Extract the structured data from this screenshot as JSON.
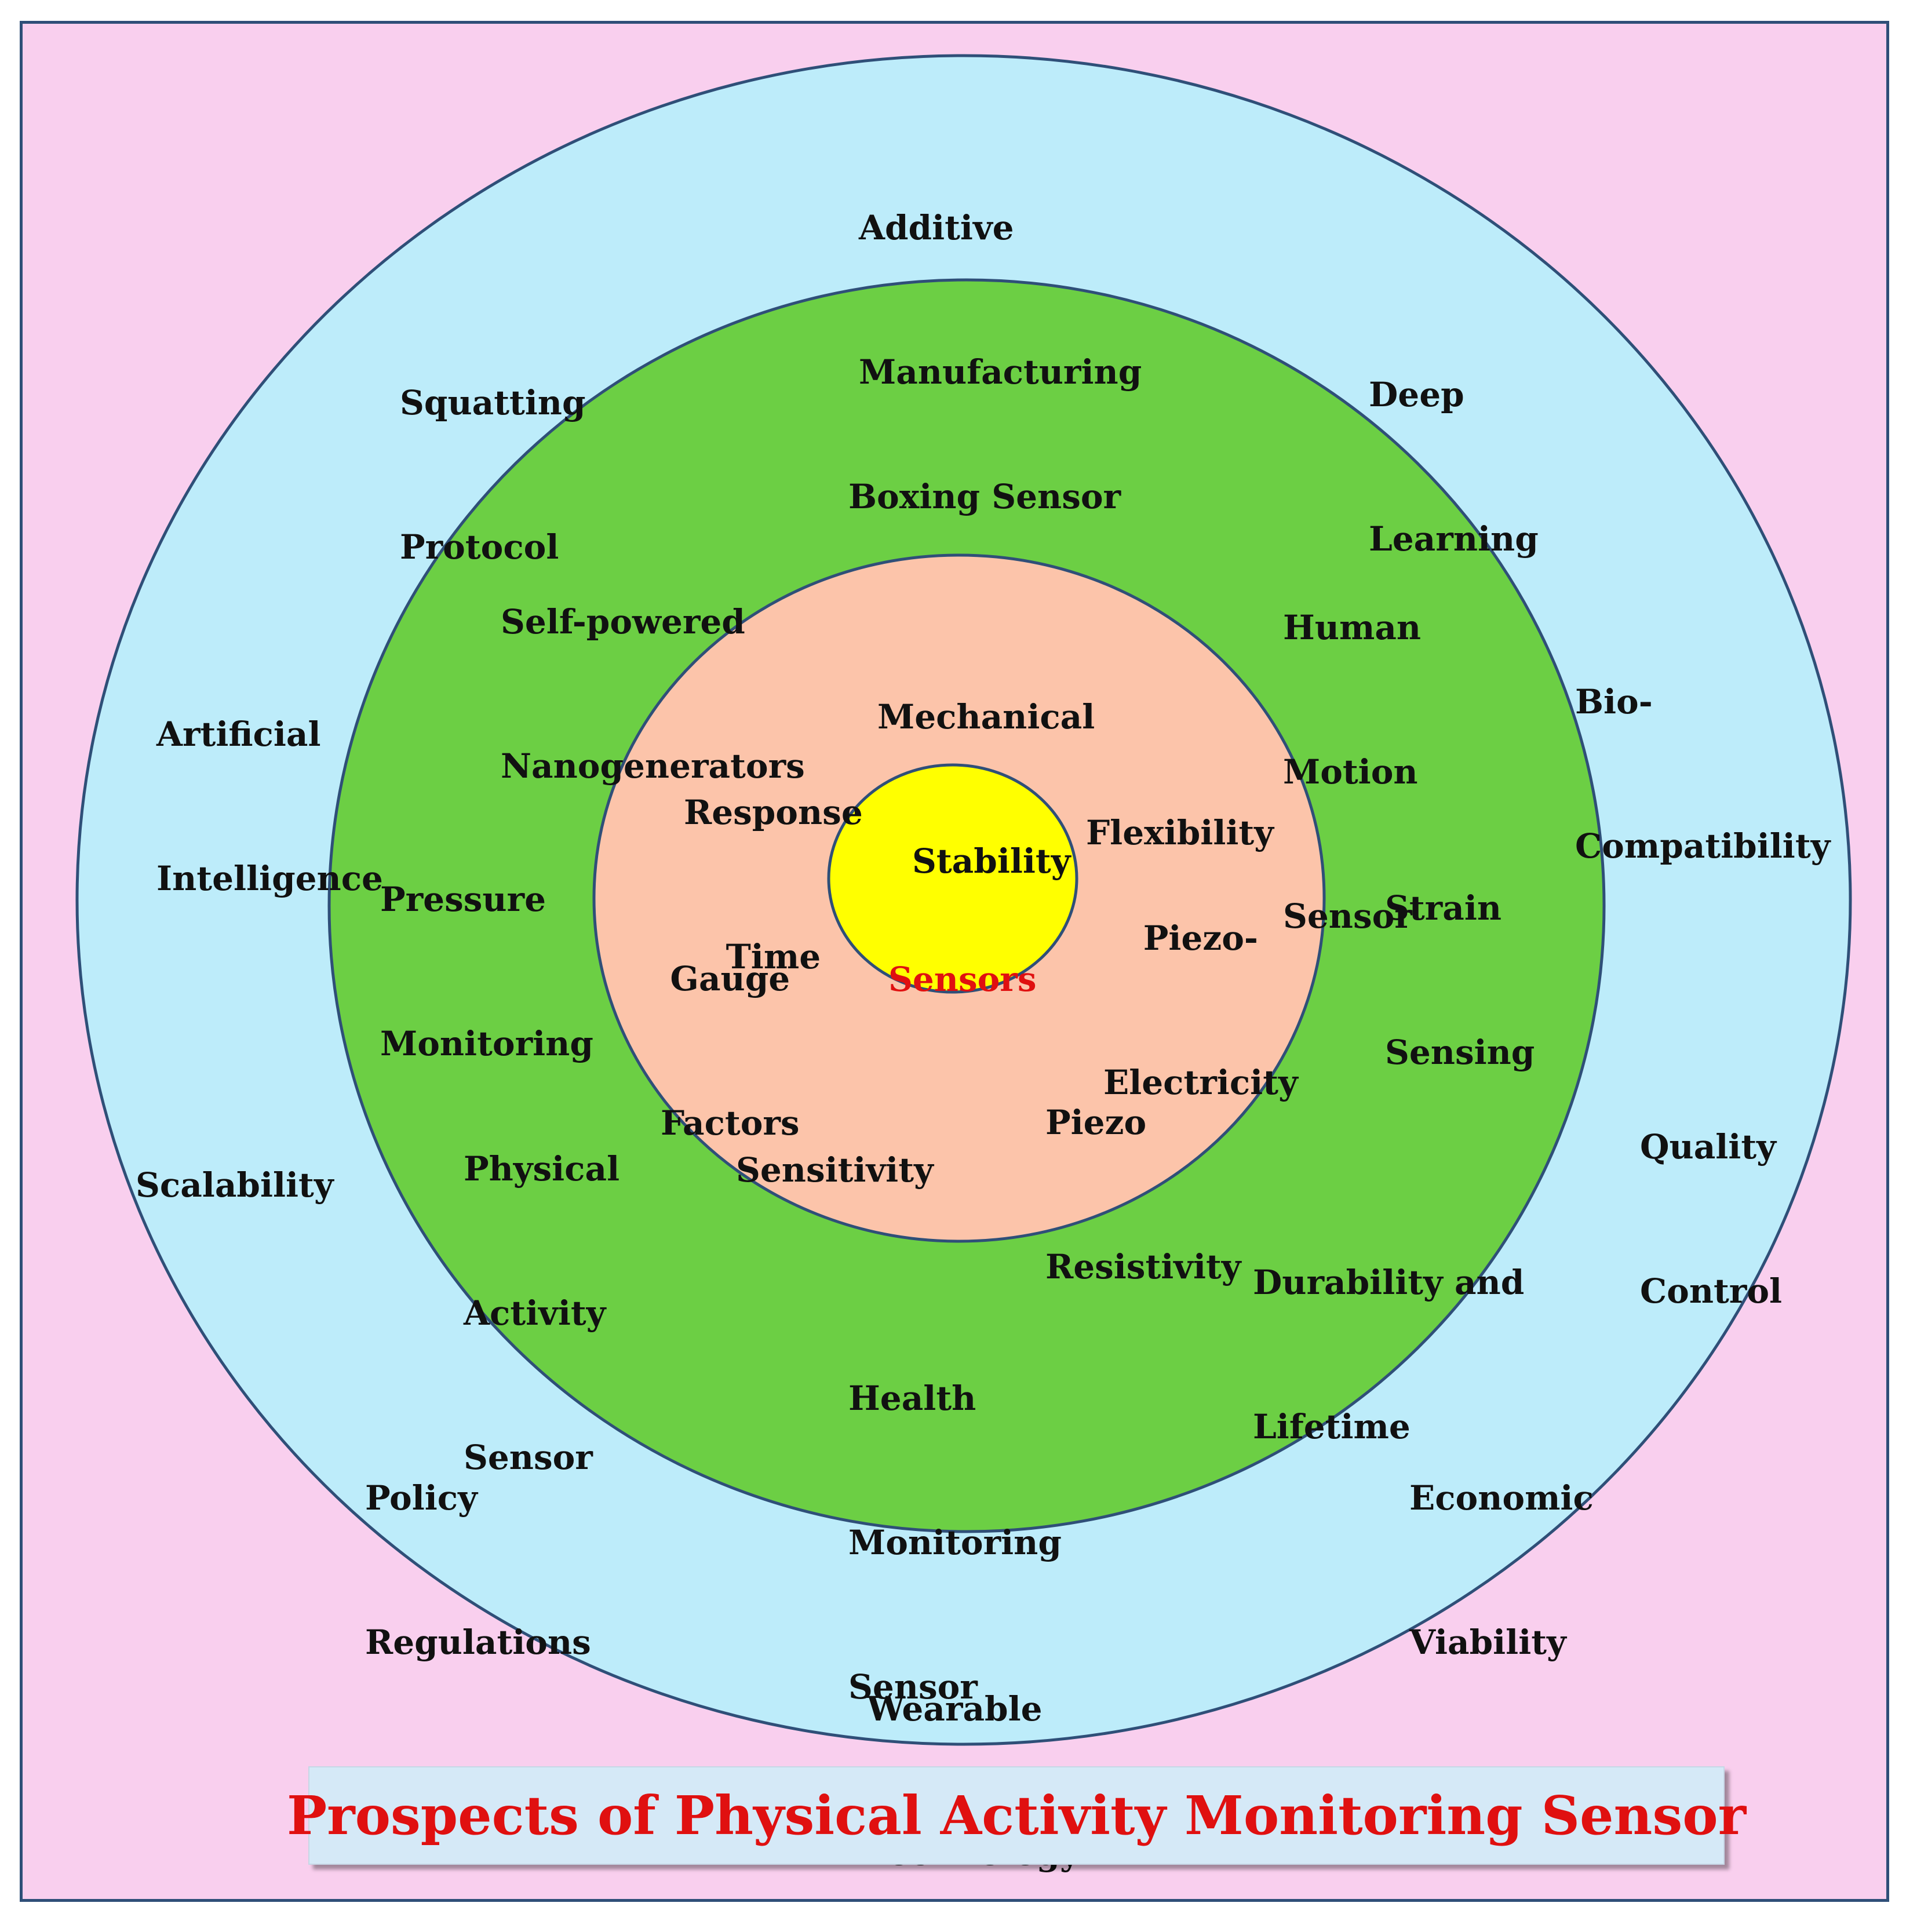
{
  "colors": {
    "background": "#f9cfee",
    "outer_ring": "#bdecfa",
    "middle_ring": "#6ccf44",
    "inner_ring": "#fcc4aa",
    "core": "#ffff00",
    "ring_stroke": "#2f4f78",
    "center_text": "#e01010",
    "title_text": "#e01010",
    "title_box": "#d5e9f7"
  },
  "center": {
    "label": "Sensors"
  },
  "inner_ring": {
    "items": [
      {
        "id": "mechanical-stability",
        "lines": [
          "Mechanical",
          "Stability"
        ]
      },
      {
        "id": "response-time",
        "lines": [
          "Response",
          "Time"
        ]
      },
      {
        "id": "flexibility",
        "lines": [
          "Flexibility"
        ]
      },
      {
        "id": "piezo-electricity",
        "lines": [
          "Piezo-",
          "Electricity"
        ]
      },
      {
        "id": "gauge-factors",
        "lines": [
          "Gauge",
          "Factors"
        ]
      },
      {
        "id": "sensitivity",
        "lines": [
          "Sensitivity"
        ]
      },
      {
        "id": "piezo-resistivity",
        "lines": [
          "Piezo",
          "Resistivity"
        ]
      }
    ]
  },
  "middle_ring": {
    "items": [
      {
        "id": "boxing-sensor",
        "lines": [
          "Boxing Sensor"
        ]
      },
      {
        "id": "self-powered-nanogenerators",
        "lines": [
          "Self-powered",
          "Nanogenerators"
        ]
      },
      {
        "id": "human-motion-sensor",
        "lines": [
          "Human",
          "Motion",
          "Sensor"
        ]
      },
      {
        "id": "pressure-monitoring",
        "lines": [
          "Pressure",
          "Monitoring"
        ]
      },
      {
        "id": "strain-sensing",
        "lines": [
          "Strain",
          "Sensing"
        ]
      },
      {
        "id": "physical-activity-sensor",
        "lines": [
          "Physical",
          "Activity",
          "Sensor"
        ]
      },
      {
        "id": "durability-and-lifetime",
        "lines": [
          "Durability and",
          "Lifetime"
        ]
      },
      {
        "id": "health-monitoring-sensor",
        "lines": [
          "Health",
          "Monitoring",
          "Sensor"
        ]
      }
    ]
  },
  "outer_ring": {
    "items": [
      {
        "id": "additive-manufacturing",
        "lines": [
          "Additive",
          "Manufacturing"
        ]
      },
      {
        "id": "squatting-protocol",
        "lines": [
          "Squatting",
          "Protocol"
        ]
      },
      {
        "id": "deep-learning",
        "lines": [
          "Deep",
          "Learning"
        ]
      },
      {
        "id": "artificial-intelligence",
        "lines": [
          "Artificial",
          "Intelligence"
        ]
      },
      {
        "id": "bio-compatibility",
        "lines": [
          "Bio-",
          "Compatibility"
        ]
      },
      {
        "id": "scalability",
        "lines": [
          "Scalability"
        ]
      },
      {
        "id": "quality-control",
        "lines": [
          "Quality",
          "Control"
        ]
      },
      {
        "id": "policy-regulations",
        "lines": [
          "Policy",
          "Regulations"
        ]
      },
      {
        "id": "economic-viability",
        "lines": [
          "Economic",
          "Viability"
        ]
      },
      {
        "id": "wearable-technology",
        "lines": [
          "Wearable",
          "Technology"
        ]
      }
    ]
  },
  "title": "Prospects of Physical Activity Monitoring Sensor"
}
